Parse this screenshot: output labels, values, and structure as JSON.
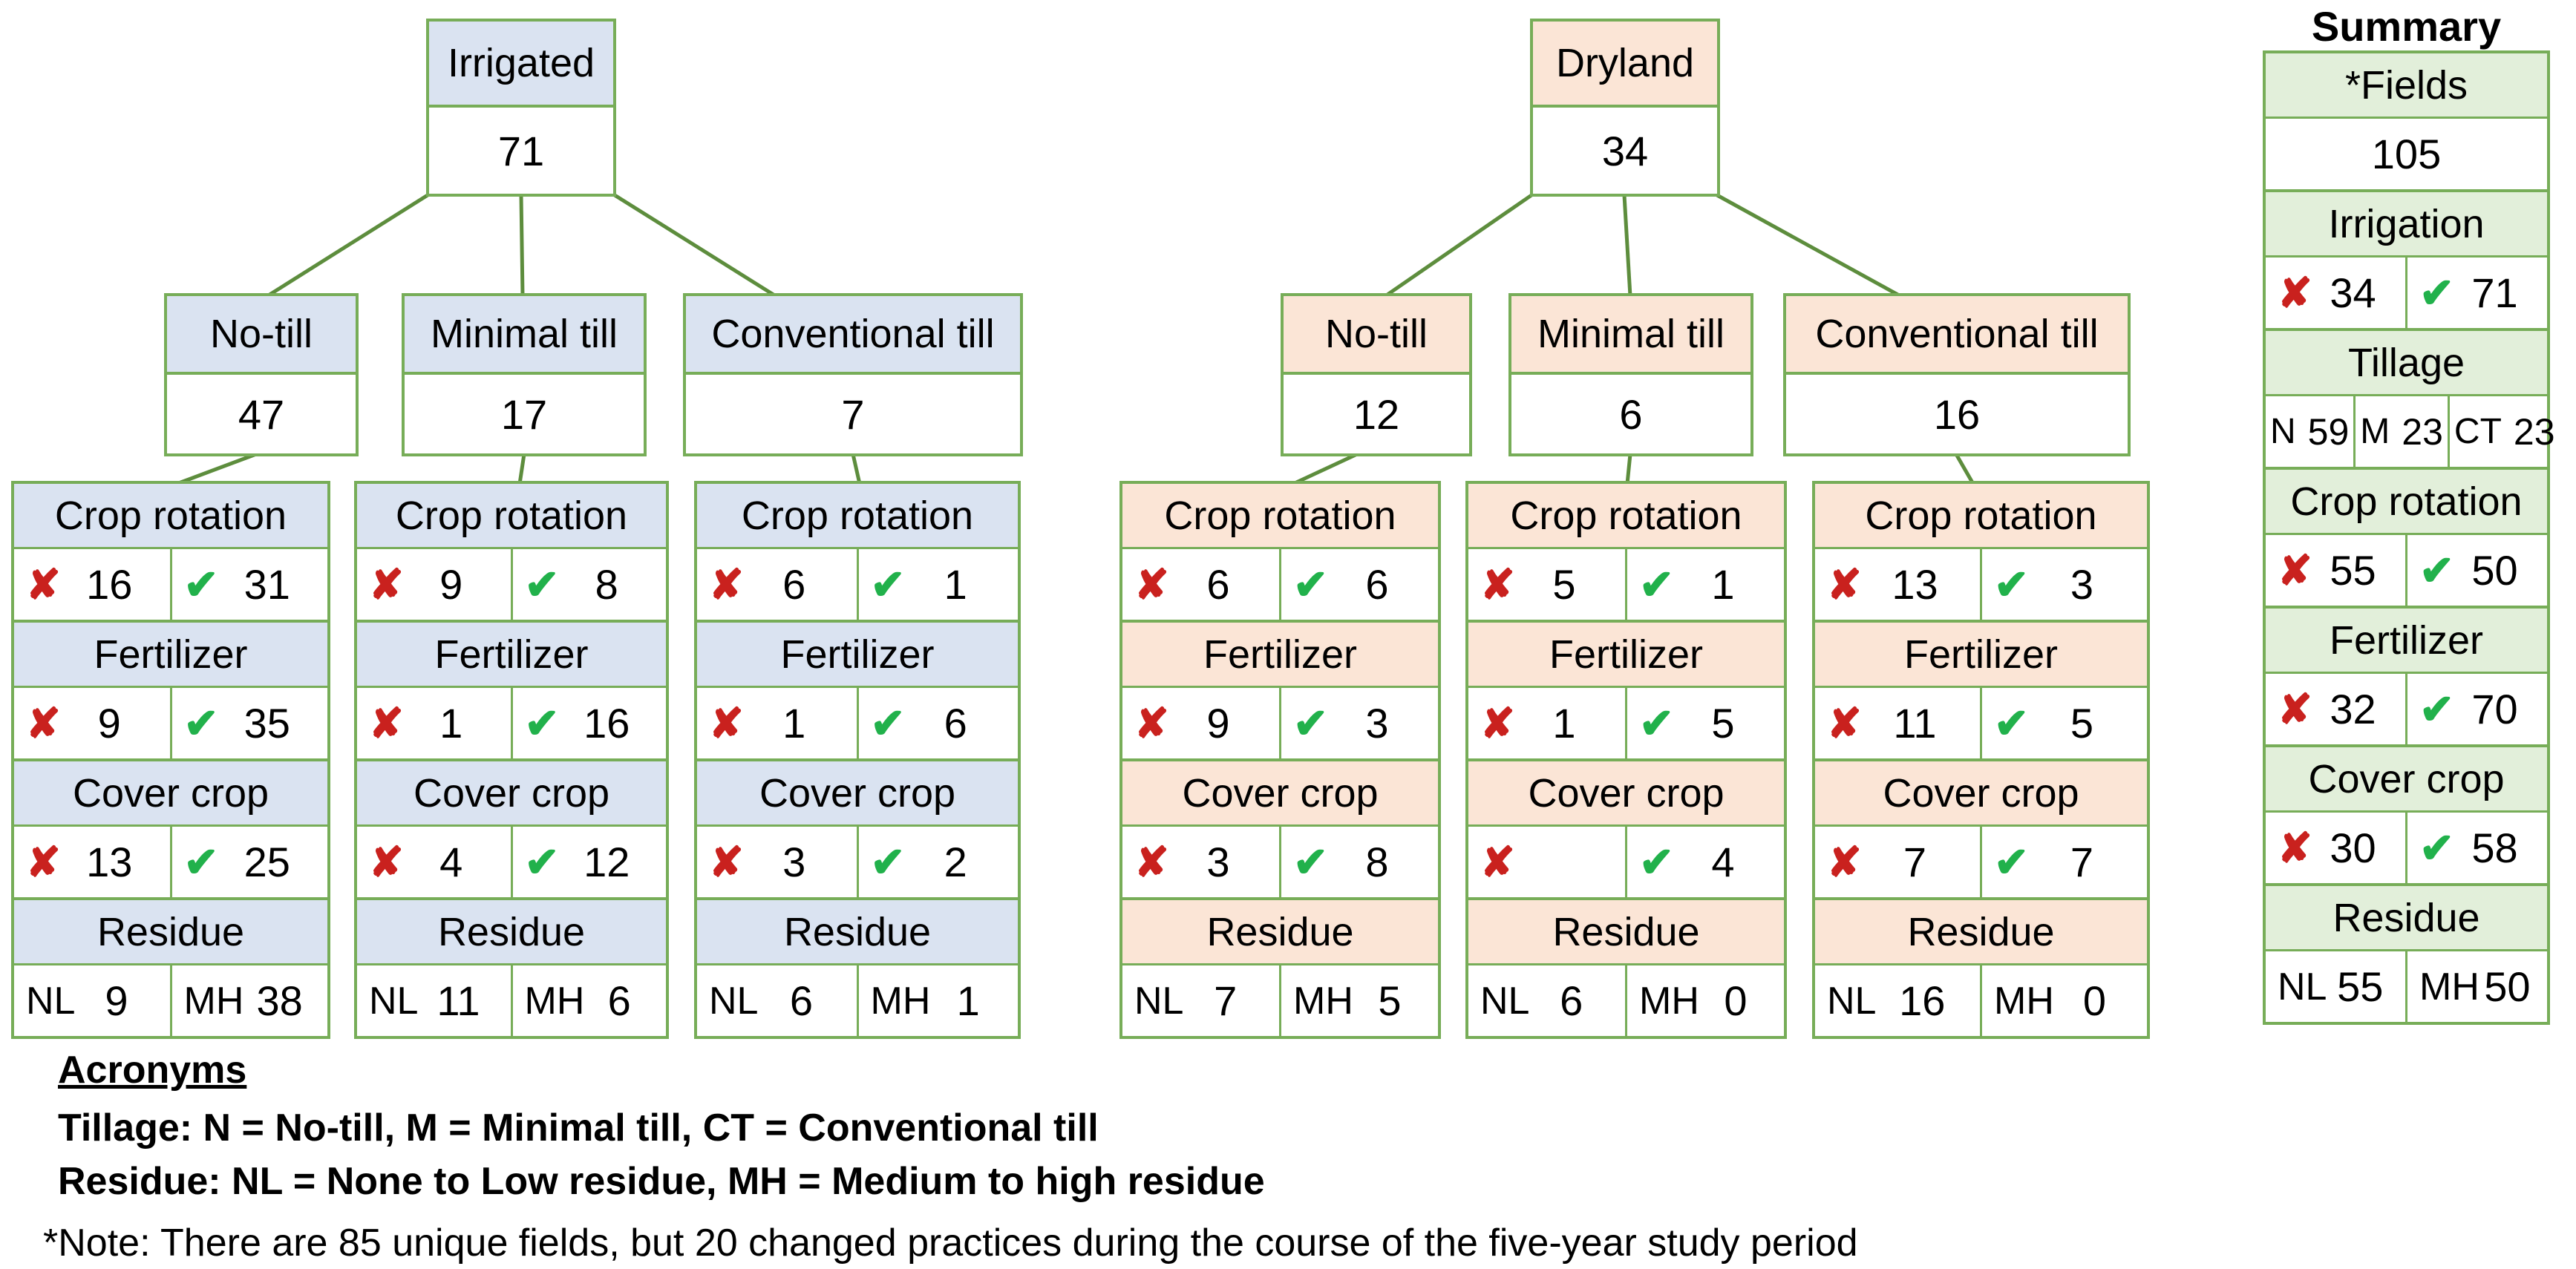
{
  "icons": {
    "x": "✘",
    "check": "✔"
  },
  "colors": {
    "border_green": "#77ad58",
    "connector_green": "#5d8d3d",
    "irrigated_header": "#dae3f1",
    "dryland_header": "#fbe5d6",
    "summary_header": "#e2efda",
    "x_red": "#c9211e",
    "check_green": "#21b14b"
  },
  "trees": [
    {
      "root": {
        "label": "Irrigated",
        "value": "71"
      },
      "children": [
        {
          "label": "No-till",
          "value": "47",
          "practices": [
            {
              "label": "Crop rotation",
              "x": "16",
              "check": "31"
            },
            {
              "label": "Fertilizer",
              "x": "9",
              "check": "35"
            },
            {
              "label": "Cover crop",
              "x": "13",
              "check": "25"
            },
            {
              "label": "Residue",
              "nl_label": "NL",
              "nl": "9",
              "mh_label": "MH",
              "mh": "38"
            }
          ]
        },
        {
          "label": "Minimal till",
          "value": "17",
          "practices": [
            {
              "label": "Crop rotation",
              "x": "9",
              "check": "8"
            },
            {
              "label": "Fertilizer",
              "x": "1",
              "check": "16"
            },
            {
              "label": "Cover crop",
              "x": "4",
              "check": "12"
            },
            {
              "label": "Residue",
              "nl_label": "NL",
              "nl": "11",
              "mh_label": "MH",
              "mh": "6"
            }
          ]
        },
        {
          "label": "Conventional till",
          "value": "7",
          "practices": [
            {
              "label": "Crop rotation",
              "x": "6",
              "check": "1"
            },
            {
              "label": "Fertilizer",
              "x": "1",
              "check": "6"
            },
            {
              "label": "Cover crop",
              "x": "3",
              "check": "2"
            },
            {
              "label": "Residue",
              "nl_label": "NL",
              "nl": "6",
              "mh_label": "MH",
              "mh": "1"
            }
          ]
        }
      ]
    },
    {
      "root": {
        "label": "Dryland",
        "value": "34"
      },
      "children": [
        {
          "label": "No-till",
          "value": "12",
          "practices": [
            {
              "label": "Crop rotation",
              "x": "6",
              "check": "6"
            },
            {
              "label": "Fertilizer",
              "x": "9",
              "check": "3"
            },
            {
              "label": "Cover crop",
              "x": "3",
              "check": "8"
            },
            {
              "label": "Residue",
              "nl_label": "NL",
              "nl": "7",
              "mh_label": "MH",
              "mh": "5"
            }
          ]
        },
        {
          "label": "Minimal till",
          "value": "6",
          "practices": [
            {
              "label": "Crop rotation",
              "x": "5",
              "check": "1"
            },
            {
              "label": "Fertilizer",
              "x": "1",
              "check": "5"
            },
            {
              "label": "Cover crop",
              "x": "",
              "check": "4"
            },
            {
              "label": "Residue",
              "nl_label": "NL",
              "nl": "6",
              "mh_label": "MH",
              "mh": "0"
            }
          ]
        },
        {
          "label": "Conventional till",
          "value": "16",
          "practices": [
            {
              "label": "Crop rotation",
              "x": "13",
              "check": "3"
            },
            {
              "label": "Fertilizer",
              "x": "11",
              "check": "5"
            },
            {
              "label": "Cover crop",
              "x": "7",
              "check": "7"
            },
            {
              "label": "Residue",
              "nl_label": "NL",
              "nl": "16",
              "mh_label": "MH",
              "mh": "0"
            }
          ]
        }
      ]
    }
  ],
  "summary": {
    "title": "Summary",
    "rows": [
      {
        "label": "*Fields",
        "value": "105"
      },
      {
        "label": "Irrigation",
        "x": "34",
        "check": "71"
      },
      {
        "label": "Tillage",
        "cells": [
          {
            "k": "N",
            "v": "59"
          },
          {
            "k": "M",
            "v": "23"
          },
          {
            "k": "CT",
            "v": "23"
          }
        ]
      },
      {
        "label": "Crop rotation",
        "x": "55",
        "check": "50"
      },
      {
        "label": "Fertilizer",
        "x": "32",
        "check": "70"
      },
      {
        "label": "Cover crop",
        "x": "30",
        "check": "58"
      },
      {
        "label": "Residue",
        "nl_label": "NL",
        "nl": "55",
        "mh_label": "MH",
        "mh": "50"
      }
    ]
  },
  "acronyms": {
    "heading": "Acronyms",
    "line1": "Tillage: N = No-till, M = Minimal till, CT = Conventional till",
    "line2": "Residue: NL = None to Low residue, MH = Medium to high residue",
    "note": "*Note: There are 85 unique fields, but 20 changed practices during the course of the five-year study period"
  }
}
